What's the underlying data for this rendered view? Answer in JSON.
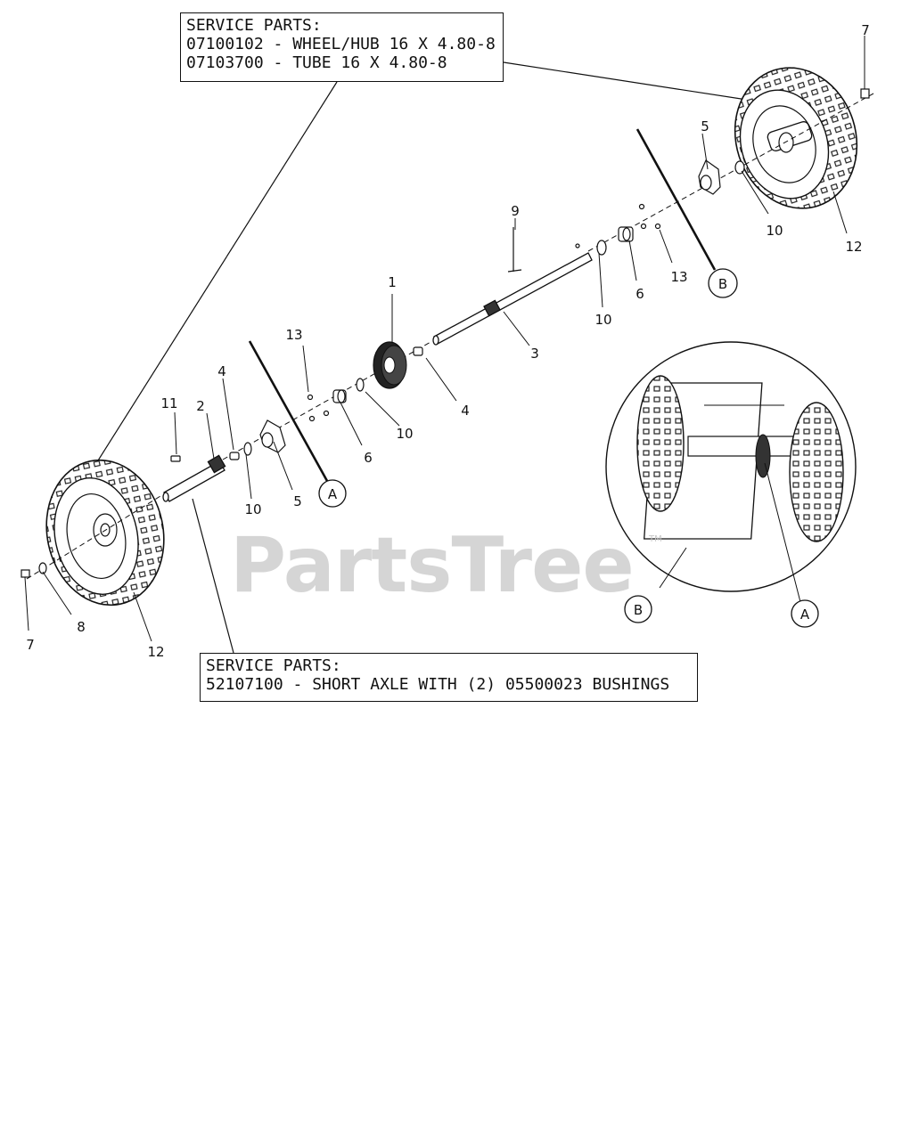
{
  "service_parts_top": {
    "heading": "SERVICE PARTS:",
    "line1": "07100102 - WHEEL/HUB 16 X 4.80-8",
    "line2": "07103700 - TUBE 16 X 4.80-8"
  },
  "service_parts_bottom": {
    "heading": "SERVICE PARTS:",
    "line1": "52107100 - SHORT AXLE WITH (2) 05500023 BUSHINGS"
  },
  "watermark": {
    "text": "PartsTree",
    "tm": "TM"
  },
  "callouts": {
    "n1": "1",
    "n2": "2",
    "n3": "3",
    "n4a": "4",
    "n4b": "4",
    "n5a": "5",
    "n5b": "5",
    "n6a": "6",
    "n6b": "6",
    "n7a": "7",
    "n7b": "7",
    "n8": "8",
    "n9": "9",
    "n10a": "10",
    "n10b": "10",
    "n10c": "10",
    "n10d": "10",
    "n11": "11",
    "n12a": "12",
    "n12b": "12",
    "n13a": "13",
    "n13b": "13"
  },
  "section_markers": {
    "a_main": "A",
    "b_main": "B",
    "a_inset": "A",
    "b_inset": "B"
  }
}
